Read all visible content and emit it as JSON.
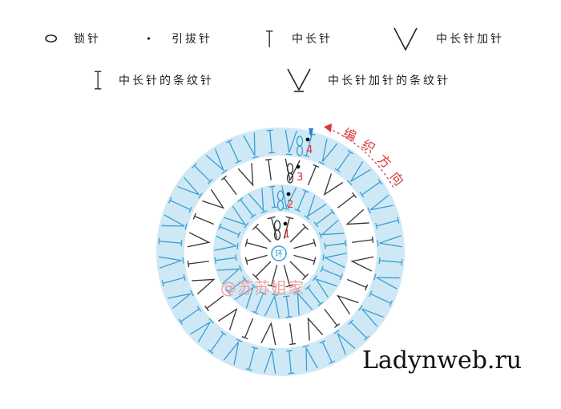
{
  "legend": [
    {
      "symbol": "chain-stitch-icon",
      "label": "锁针"
    },
    {
      "symbol": "slip-stitch-icon",
      "label": "引拔针"
    },
    {
      "symbol": "half-double-crochet-icon",
      "label": "中长针"
    },
    {
      "symbol": "hdc-increase-icon",
      "label": "中长针加针"
    },
    {
      "symbol": "hdc-ribbed-icon",
      "label": "中长针的条纹针"
    },
    {
      "symbol": "hdc-increase-ribbed-icon",
      "label": "中长针加针的条纹针"
    }
  ],
  "center_label": "环",
  "round_labels": [
    "1",
    "2",
    "3",
    "4"
  ],
  "direction_label": [
    "编",
    "织",
    "方",
    "向"
  ],
  "watermark": "@苏苏姐家",
  "site_label": "Ladynweb.ru",
  "colors": {
    "stitch_black": "#333333",
    "stitch_blue": "#3a9fd0",
    "ring_blue_fill": "#cfe8f6",
    "round_number_red": "#e03030",
    "arrow_red": "#d93a3a",
    "start_marker_blue": "#2a7fd4"
  }
}
